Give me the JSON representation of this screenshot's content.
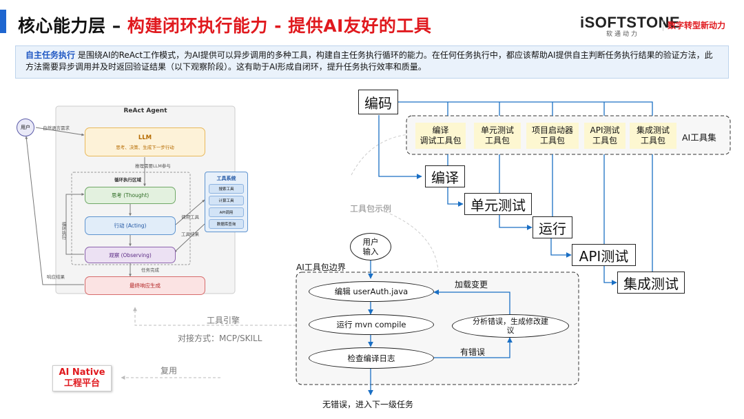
{
  "header": {
    "title_prefix": "核心能力层 – ",
    "title_highlight": "构建闭环执行能力 - 提供AI友好的工具",
    "logo_text": "iSOFTSTONE",
    "logo_sub": "软通动力",
    "slogan": "数字转型新动力"
  },
  "intro": {
    "highlight": "自主任务执行",
    "text": "是围绕AI的ReAct工作模式，为AI提供可以异步调用的多种工具，构建自主任务执行循环的能力。在任何任务执行中，都应该帮助AI提供自主判断任务执行结果的验证方法，此方法需要异步调用并及时返回验证结果（以下观察阶段）。这有助于AI形成自闭环，提升任务执行效率和质量。"
  },
  "react": {
    "title": "ReAct Agent",
    "user": "用户",
    "natural_request": "自然语言需求",
    "llm": "LLM",
    "llm_desc": "思考、决策、生成下一步行动",
    "llm_join": "推理需要LLM参与",
    "loop_area": "循环执行区域",
    "thought": "思考 (Thought)",
    "acting": "行动 (Acting)",
    "observing": "观察 (Observing)",
    "final": "最终响应生成",
    "task_done": "任务完成",
    "response_result": "响应结果",
    "loop_exec": "循环执行",
    "tool_system": "工具系统",
    "tools": [
      "搜索工具",
      "计算工具",
      "API调用",
      "数据库查询"
    ],
    "call_tool": "调用工具",
    "tool_result": "工具结果"
  },
  "left_bottom": {
    "engine": "工具引擎",
    "method": "对接方式：MCP/SKILL",
    "reuse": "复用",
    "platform_line1": "AI Native",
    "platform_line2": "工程平台"
  },
  "right_top": {
    "encode": "编码",
    "packages": [
      "编译\n调试工具包",
      "单元测试\n工具包",
      "项目启动器\n工具包",
      "API测试\n工具包",
      "集成测试\n工具包"
    ],
    "toolset": "AI工具集",
    "example": "工具包示例",
    "steps": [
      "编译",
      "单元测试",
      "运行",
      "API测试",
      "集成测试"
    ]
  },
  "right_bottom": {
    "user_input": "用户\n输入",
    "boundary": "AI工具包边界",
    "edit": "编辑 userAuth.java",
    "run": "运行 mvn compile",
    "check": "检查编译日志",
    "analyze": "分析错误，生成修改建\n议",
    "load_change": "加载变更",
    "has_error": "有错误",
    "no_error": "无错误，进入下一级任务"
  }
}
